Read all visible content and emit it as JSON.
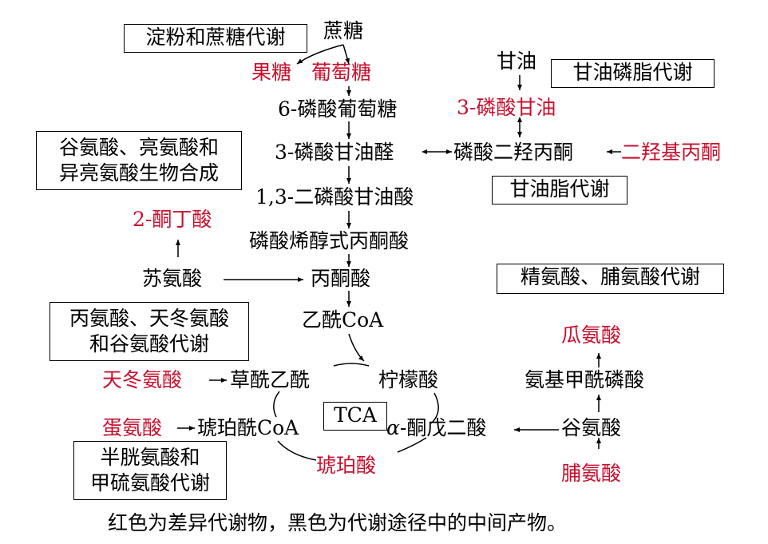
{
  "boxes": {
    "starch_sucrose": "淀粉和蔗糖代谢",
    "glycerophospholipid": "甘油磷脂代谢",
    "gly_ile_line1": "谷氨酸、亮氨酸和",
    "gly_ile_line2": "异亮氨酸生物合成",
    "glycerolipid": "甘油脂代谢",
    "arg_pro": "精氨酸、脯氨酸代谢",
    "ala_asp_line1": "丙氨酸、天冬氨酸",
    "ala_asp_line2": "和谷氨酸代谢",
    "tca": "TCA",
    "cys_met_line1": "半胱氨酸和",
    "cys_met_line2": "甲硫氨酸代谢"
  },
  "nodes": {
    "sucrose": "蔗糖",
    "fructose": "果糖",
    "glucose": "葡萄糖",
    "g6p": "6-磷酸葡萄糖",
    "glycerol": "甘油",
    "glycerol3p": "3-磷酸甘油",
    "g3p": "3-磷酸甘油醛",
    "dhap": "磷酸二羟丙酮",
    "dha": "二羟基丙酮",
    "bpg": "1,3-二磷酸甘油酸",
    "ketobutyrate": "2-酮丁酸",
    "pep": "磷酸烯醇式丙酮酸",
    "threonine": "苏氨酸",
    "pyruvate": "丙酮酸",
    "acetylcoa": "乙酰CoA",
    "aspartate": "天冬氨酸",
    "oxaloacetate": "草酰乙酰",
    "citrate": "柠檬酸",
    "citrulline": "瓜氨酸",
    "carbamoyl": "氨基甲酰磷酸",
    "methionine": "蛋氨酸",
    "succinylcoa": "琥珀酰CoA",
    "akg_alpha": "α",
    "akg_rest": "-酮戊二酸",
    "glutamate": "谷氨酸",
    "succinate": "琥珀酸",
    "proline": "脯氨酸"
  },
  "caption": "红色为差异代谢物，黑色为代谢途径中的中间产物。",
  "colors": {
    "highlight": "#c8102e",
    "normal": "#000000"
  }
}
